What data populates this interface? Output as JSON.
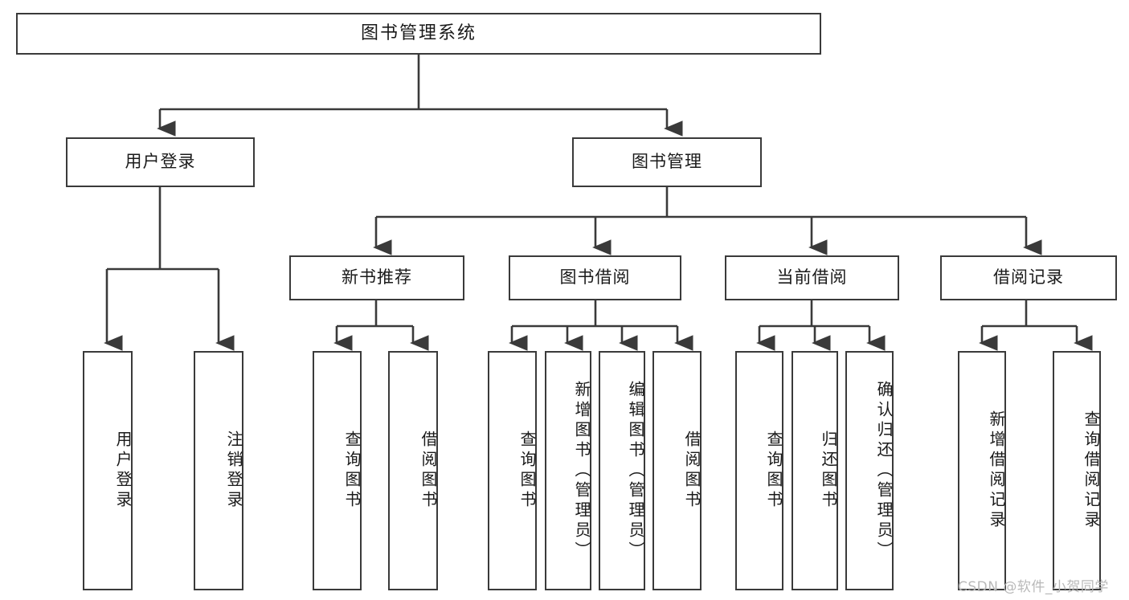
{
  "diagram": {
    "title": "图书管理系统",
    "type": "tree-structure-chart",
    "root": {
      "label": "图书管理系统"
    },
    "level1": [
      {
        "label": "用户登录"
      },
      {
        "label": "图书管理"
      }
    ],
    "level2": [
      {
        "label": "新书推荐"
      },
      {
        "label": "图书借阅"
      },
      {
        "label": "当前借阅"
      },
      {
        "label": "借阅记录"
      }
    ],
    "leaves": {
      "user_login": [
        {
          "label": "用户登录"
        },
        {
          "label": "注销登录"
        }
      ],
      "new_book_recommend": [
        {
          "label": "查询图书"
        },
        {
          "label": "借阅图书"
        }
      ],
      "book_borrow": [
        {
          "label": "查询图书"
        },
        {
          "label": "新增图书（管理员）"
        },
        {
          "label": "编辑图书（管理员）"
        },
        {
          "label": "借阅图书"
        }
      ],
      "current_borrow": [
        {
          "label": "查询图书"
        },
        {
          "label": "归还图书"
        },
        {
          "label": "确认归还（管理员）"
        }
      ],
      "borrow_record": [
        {
          "label": "新增借阅记录"
        },
        {
          "label": "查询借阅记录"
        }
      ]
    }
  },
  "watermark": {
    "text": "CSDN @软件_小贺同学"
  },
  "colors": {
    "stroke": "#3a3a3a",
    "background": "#ffffff",
    "text": "#1a1a1a",
    "watermark": "#b9b9b9"
  }
}
